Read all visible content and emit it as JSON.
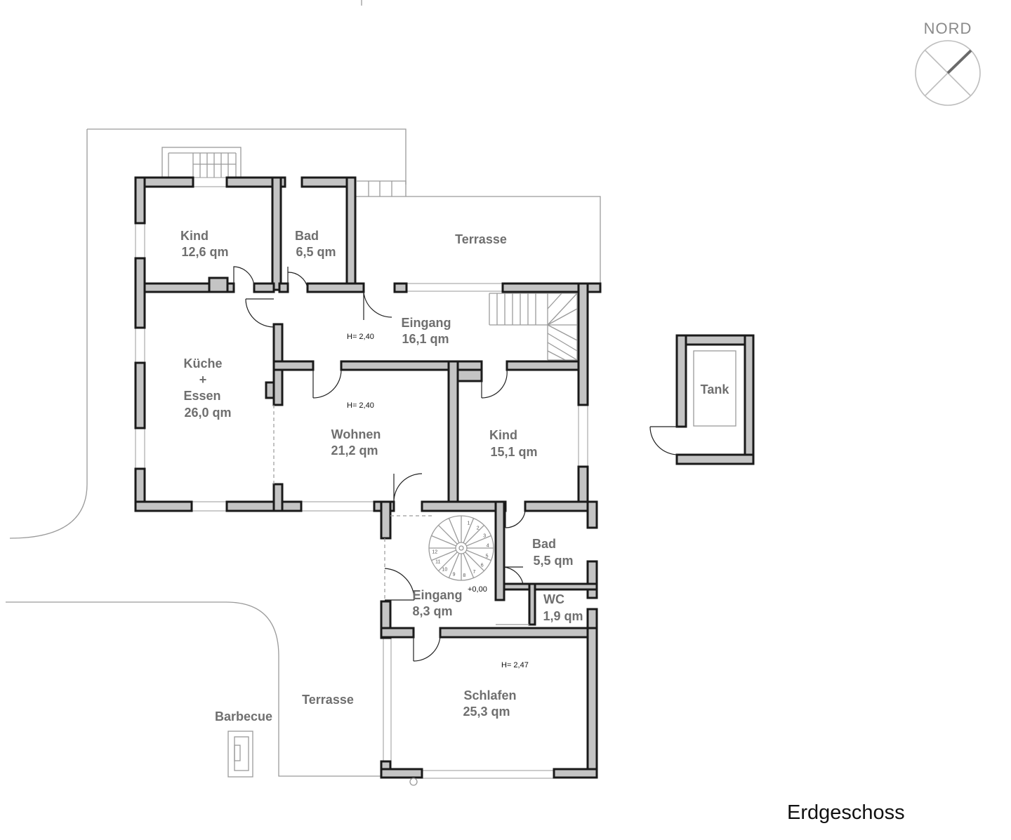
{
  "compass": {
    "label": "NORD"
  },
  "floor_label": "Erdgeschoss",
  "rooms": {
    "kind_nw": {
      "name": "Kind",
      "area": "12,6 qm"
    },
    "bad_n": {
      "name": "Bad",
      "area": "6,5 qm"
    },
    "terrasse_n": {
      "name": "Terrasse"
    },
    "eingang_upper": {
      "name": "Eingang",
      "area": "16,1 qm"
    },
    "kueche": {
      "line1": "Küche",
      "line2": "+",
      "line3": "Essen",
      "area": "26,0 qm"
    },
    "wohnen": {
      "name": "Wohnen",
      "area": "21,2 qm"
    },
    "kind_e": {
      "name": "Kind",
      "area": "15,1 qm"
    },
    "bad_s": {
      "name": "Bad",
      "area": "5,5 qm"
    },
    "wc": {
      "name": "WC",
      "area": "1,9 qm"
    },
    "eingang_lower": {
      "name": "Eingang",
      "area": "8,3 qm"
    },
    "schlafen": {
      "name": "Schlafen",
      "area": "25,3 qm"
    },
    "terrasse_s": {
      "name": "Terrasse"
    },
    "barbecue": {
      "name": "Barbecue"
    },
    "tank": {
      "name": "Tank"
    }
  },
  "annotations": {
    "h_eingang": "H= 2,40",
    "h_wohnen": "H= 2,40",
    "h_schlafen": "H= 2,47",
    "level": "+0,00"
  },
  "stair_numbers": [
    "1",
    "2",
    "3",
    "4",
    "5",
    "6",
    "7",
    "8",
    "9",
    "10",
    "11",
    "12"
  ]
}
